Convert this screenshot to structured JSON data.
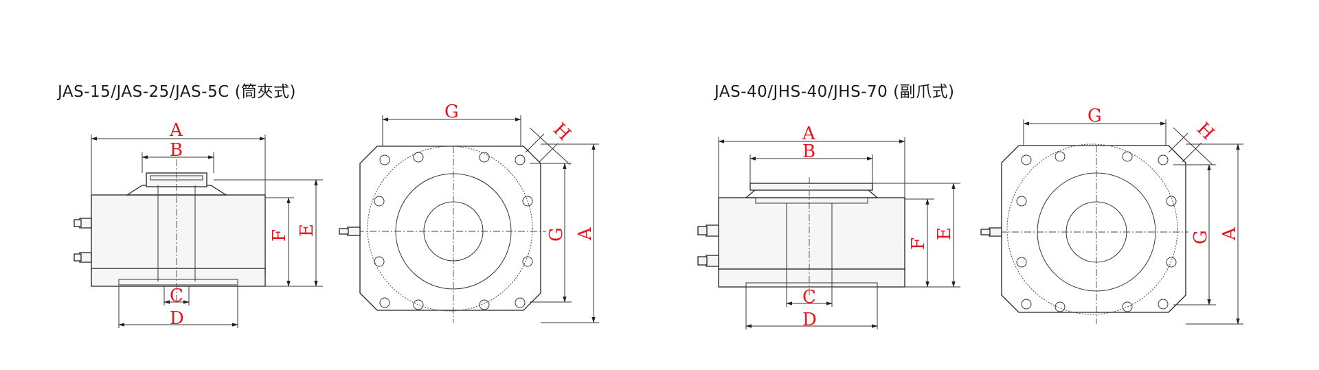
{
  "left_group": {
    "title": "JAS-15/JAS-25/JAS-5C (筒夾式)"
  },
  "right_group": {
    "title": "JAS-40/JHS-40/JHS-70 (副爪式)"
  },
  "dimension_labels": {
    "A": "A",
    "B": "B",
    "C": "C",
    "D": "D",
    "E": "E",
    "F": "F",
    "G": "G",
    "H": "H"
  },
  "colors": {
    "label": "#e8141c",
    "line": "#222222",
    "background": "#ffffff"
  }
}
